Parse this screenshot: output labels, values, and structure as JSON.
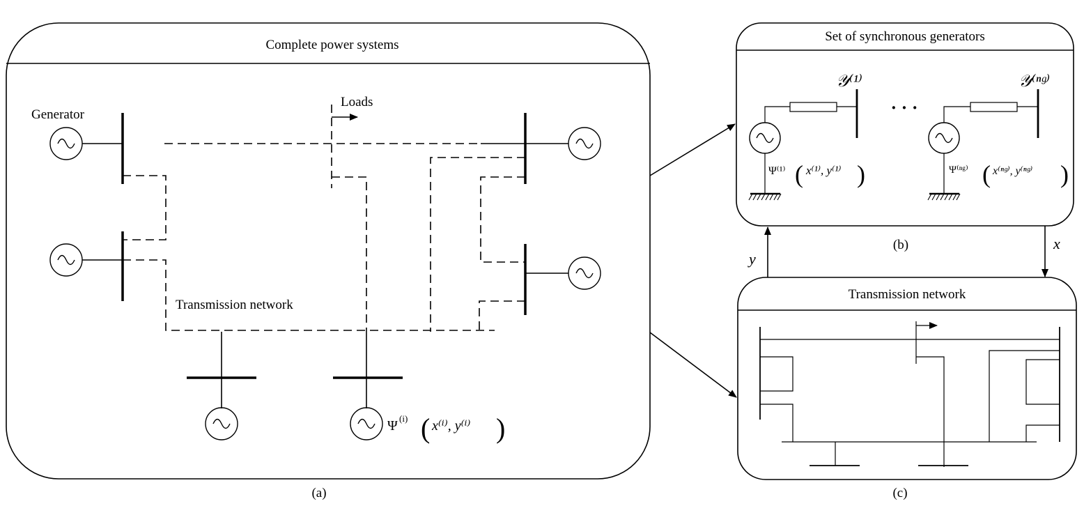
{
  "panel_a": {
    "title": "Complete power systems",
    "caption": "(a)",
    "generator_label": "Generator",
    "loads_label": "Loads",
    "network_label": "Transmission network",
    "psi_label": "Ψ",
    "psi_sup": "(i)",
    "psi_args": "x⁽ⁱ⁾, y⁽ⁱ⁾"
  },
  "panel_b": {
    "title": "Set of synchronous generators",
    "caption": "(b)",
    "y1_label": "𝒴⁽¹⁾",
    "yng_label": "𝒴⁽ⁿᵍ⁾",
    "dots": "· · ·",
    "psi1_label": "Ψ⁽¹⁾",
    "psi1_args": "x⁽¹⁾, y⁽¹⁾",
    "psing_label": "Ψ⁽ⁿᵍ⁾",
    "psing_args": "x⁽ⁿᵍ⁾, y⁽ⁿᵍ⁾"
  },
  "panel_c": {
    "title": "Transmission network",
    "caption": "(c)"
  },
  "arrows": {
    "x_label": "x",
    "y_label": "y"
  }
}
